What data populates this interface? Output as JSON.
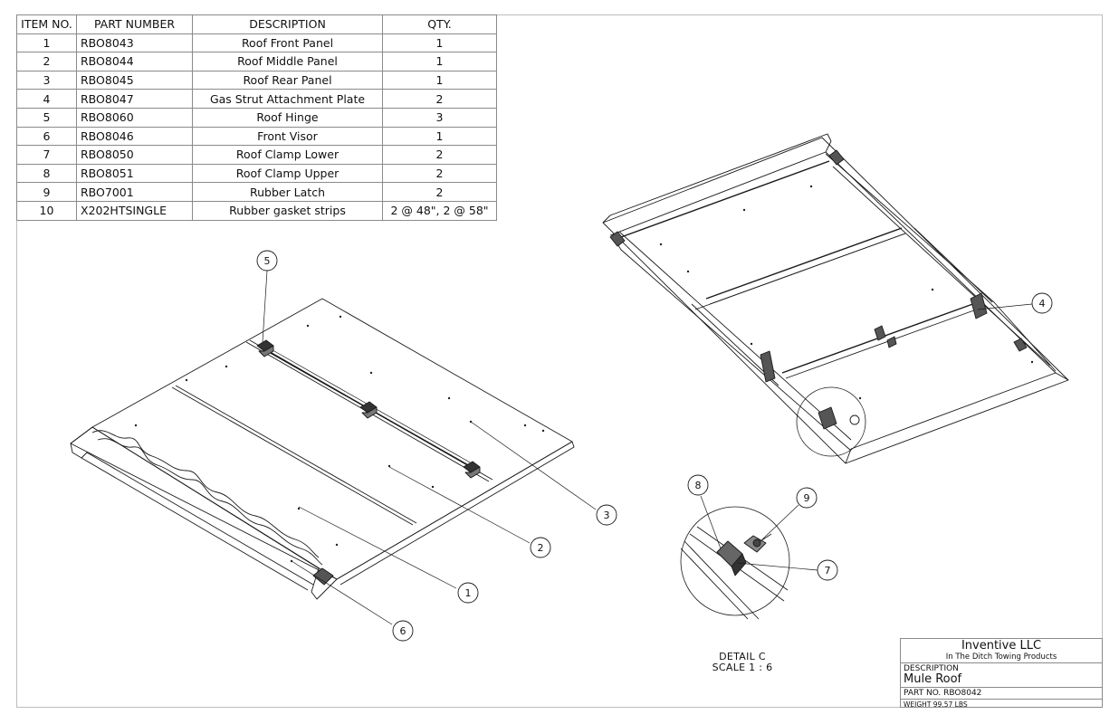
{
  "bom": {
    "headers": [
      "ITEM NO.",
      "PART NUMBER",
      "DESCRIPTION",
      "QTY."
    ],
    "rows": [
      {
        "item": "1",
        "part": "RBO8043",
        "desc": "Roof Front Panel",
        "qty": "1"
      },
      {
        "item": "2",
        "part": "RBO8044",
        "desc": "Roof Middle Panel",
        "qty": "1"
      },
      {
        "item": "3",
        "part": "RBO8045",
        "desc": "Roof Rear Panel",
        "qty": "1"
      },
      {
        "item": "4",
        "part": "RBO8047",
        "desc": "Gas Strut Attachment Plate",
        "qty": "2"
      },
      {
        "item": "5",
        "part": "RBO8060",
        "desc": "Roof Hinge",
        "qty": "3"
      },
      {
        "item": "6",
        "part": "RBO8046",
        "desc": "Front Visor",
        "qty": "1"
      },
      {
        "item": "7",
        "part": "RBO8050",
        "desc": "Roof Clamp Lower",
        "qty": "2"
      },
      {
        "item": "8",
        "part": "RBO8051",
        "desc": "Roof Clamp Upper",
        "qty": "2"
      },
      {
        "item": "9",
        "part": "RBO7001",
        "desc": "Rubber Latch",
        "qty": "2"
      },
      {
        "item": "10",
        "part": "X202HTSINGLE",
        "desc": "Rubber gasket strips",
        "qty": "2 @ 48\", 2 @ 58\""
      }
    ]
  },
  "balloons": {
    "b1": "1",
    "b2": "2",
    "b3": "3",
    "b4": "4",
    "b5": "5",
    "b6": "6",
    "b7": "7",
    "b8": "8",
    "b9": "9"
  },
  "detail": {
    "line1": "DETAIL C",
    "line2": "SCALE 1 : 6"
  },
  "title_block": {
    "company": "Inventive LLC",
    "subtitle": "In The Ditch Towing Products",
    "description_label": "DESCRIPTION",
    "description": "Mule Roof",
    "part_no": "PART  NO. RBO8042",
    "weight": "WEIGHT   99.57  LBS"
  },
  "colors": {
    "line": "#1a1a1a",
    "border": "#8a8a8a"
  }
}
